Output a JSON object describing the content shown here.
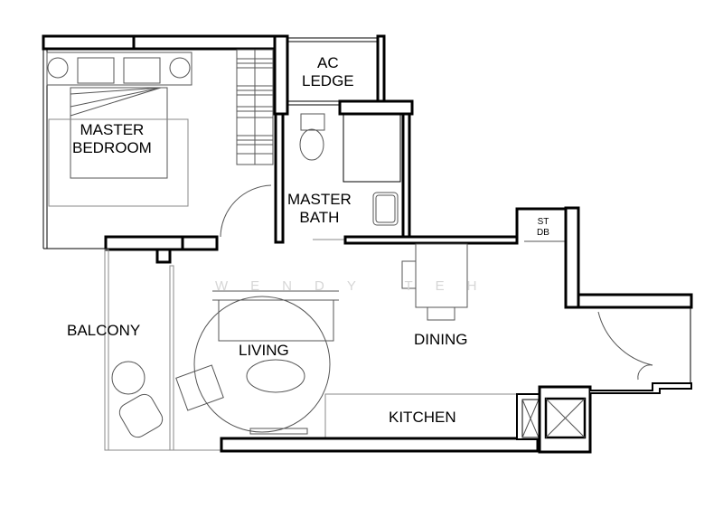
{
  "plan": {
    "rooms": {
      "master_bedroom": "MASTER\nBEDROOM",
      "ac_ledge": "AC\nLEDGE",
      "master_bath": "MASTER\nBATH",
      "st_db": "ST\nDB",
      "balcony": "BALCONY",
      "living": "LIVING",
      "dining": "DINING",
      "kitchen": "KITCHEN"
    },
    "watermark": "WENDY TEH",
    "colors": {
      "wall": "#000000",
      "background": "#ffffff",
      "watermark": "#d6d6d6"
    }
  }
}
